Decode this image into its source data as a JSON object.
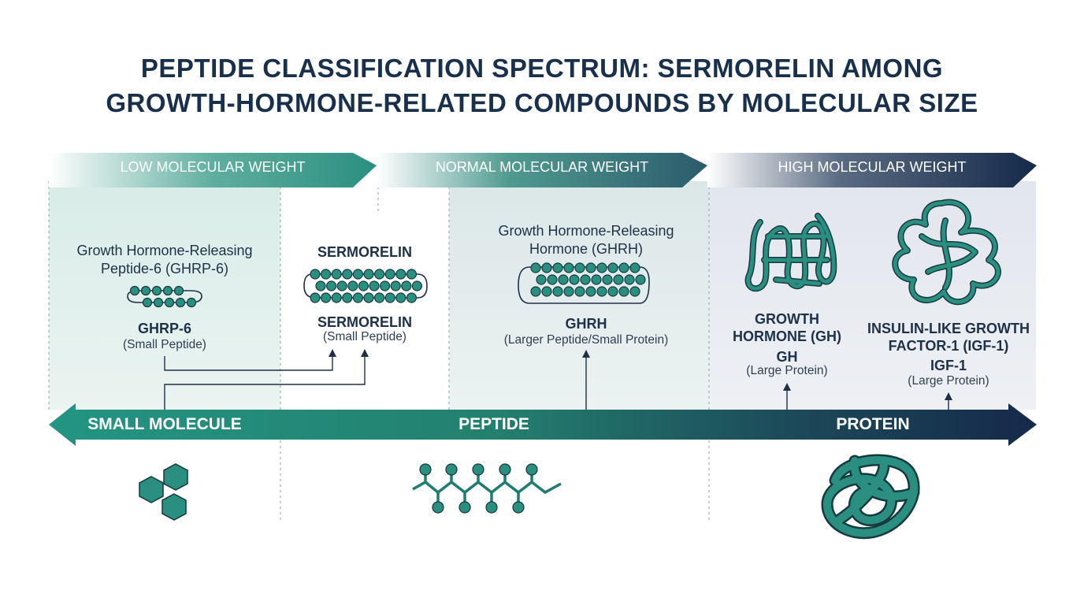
{
  "title": {
    "line1": "PEPTIDE CLASSIFICATION SPECTRUM: SERMORELIN AMONG",
    "line2": "GROWTH-HORMONE-RELATED COMPOUNDS BY MOLECULAR SIZE"
  },
  "bands": [
    {
      "label": "LOW MOLECULAR WEIGHT"
    },
    {
      "label": "NORMAL MOLECULAR WEIGHT"
    },
    {
      "label": "HIGH MOLECULAR WEIGHT"
    }
  ],
  "axis": {
    "left": "SMALL MOLECULE",
    "center": "PEPTIDE",
    "right": "PROTEIN"
  },
  "compounds": {
    "ghrp6": {
      "name": "Growth Hormone-Releasing Peptide-6 (GHRP-6)",
      "abbr": "GHRP-6",
      "class": "(Small Peptide)"
    },
    "sermorelin": {
      "name": "SERMORELIN",
      "abbr": "SERMORELIN",
      "class": "(Small Peptide)"
    },
    "ghrh": {
      "name": "Growth Hormone-Releasing Hormone (GHRH)",
      "abbr": "GHRH",
      "class": "(Larger Peptide/Small Protein)"
    },
    "gh": {
      "name": "GROWTH HORMONE (GH)",
      "abbr": "GH",
      "class": "(Large Protein)"
    },
    "igf1": {
      "name": "INSULIN-LIKE GROWTH FACTOR-1 (IGF-1)",
      "abbr": "IGF-1",
      "class": "(Large Protein)"
    }
  },
  "icons": [
    "small-molecule-hexagon-icon",
    "peptide-chain-icon",
    "protein-fold-icon"
  ],
  "colors": {
    "teal": "#2a8f80",
    "navy": "#15294a",
    "text": "#1d3149"
  }
}
